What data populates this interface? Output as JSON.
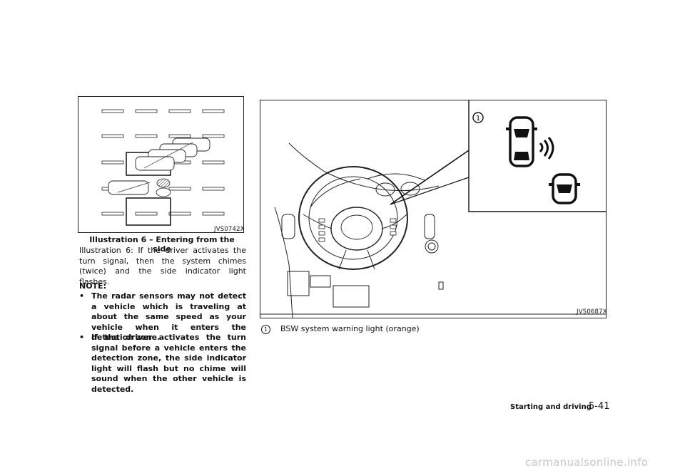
{
  "figure1": {
    "code": "JVS0742X",
    "caption": "Illustration 6 – Entering from the side"
  },
  "body_text": "Illustration 6: If the driver activates the turn signal, then the system chimes (twice) and the side indicator light flashes.",
  "note": {
    "label": "NOTE:",
    "items": [
      "The radar sensors may not detect a vehicle which is traveling at about the same speed as your vehicle when it enters the detection zone.",
      "If the driver activates the turn signal before a vehicle enters the detection zone, the side indicator light will flash but no chime will sound when the other vehicle is detected."
    ]
  },
  "figure2": {
    "code": "JVS0687X",
    "callout_number": "1"
  },
  "legend": {
    "number": "1",
    "text": "BSW system warning light (orange)"
  },
  "footer": {
    "section": "Starting and driving",
    "page": "5-41"
  },
  "watermark": "carmanualsonline.info"
}
